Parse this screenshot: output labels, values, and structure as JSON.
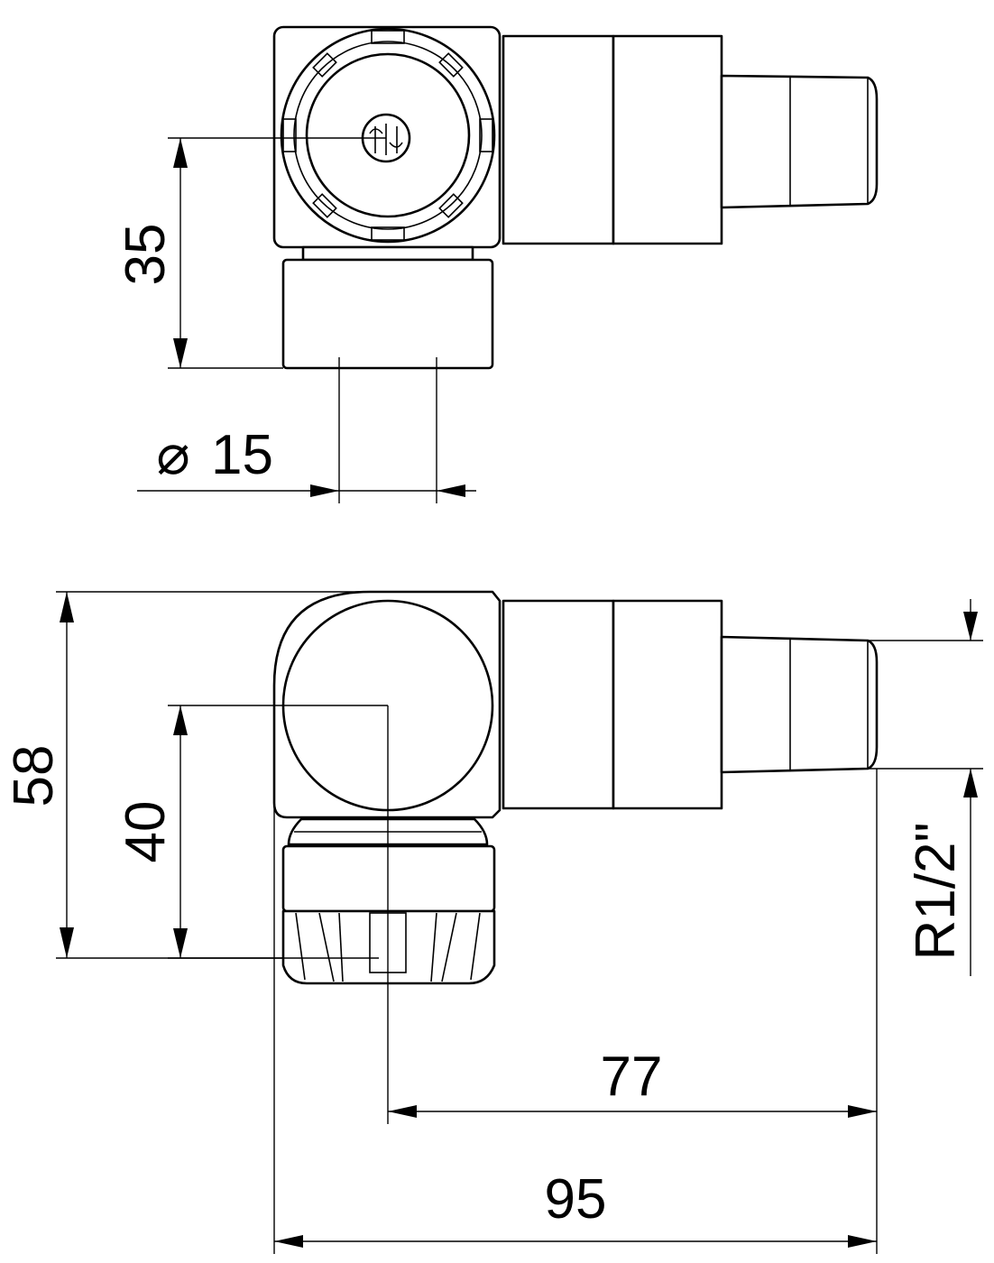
{
  "dimensions": {
    "top_view_height": "35",
    "pipe_diameter_symbol": "⌀",
    "pipe_diameter": "15",
    "front_view_height": "58",
    "axis_height": "40",
    "thread": "R1/2\"",
    "axis_length": "77",
    "overall_length": "95"
  },
  "colors": {
    "line": "#000000",
    "background": "#ffffff"
  }
}
